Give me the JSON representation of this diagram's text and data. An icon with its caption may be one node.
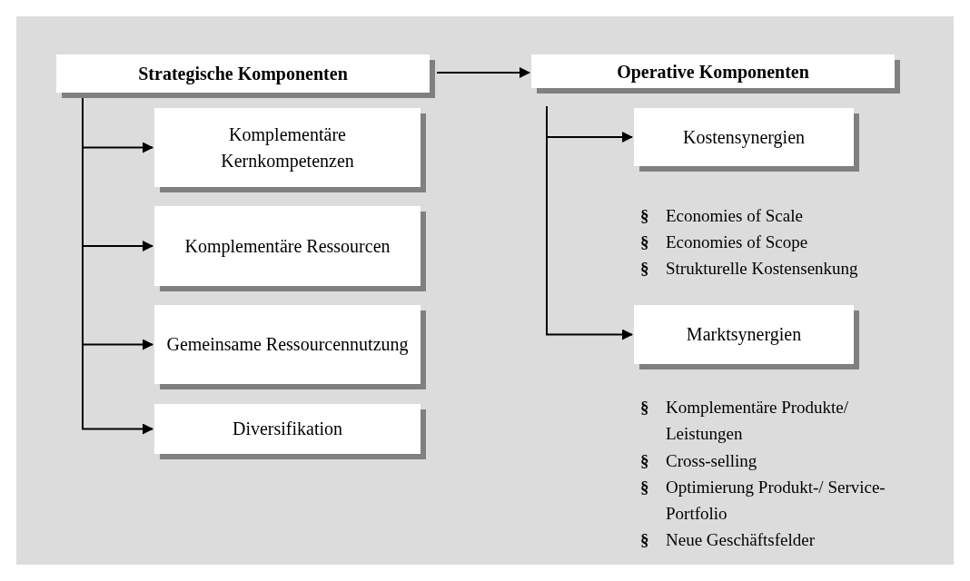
{
  "diagram": {
    "nodes": [
      {
        "text": [
          "Strategische Komponenten"
        ]
      },
      {
        "text": [
          "Komplementäre Kernkompetenzen"
        ]
      },
      {
        "text": [
          "Komplementäre Ressourcen"
        ]
      },
      {
        "text": [
          "Gemeinsame Ressourcennutzung"
        ]
      },
      {
        "text": [
          "Diversifikation"
        ]
      },
      {
        "text": [
          "Operative Komponenten"
        ]
      },
      {
        "text": [
          "Kostensynergien"
        ]
      },
      {
        "text": [
          "Marktsynergien"
        ]
      }
    ],
    "edges": [
      {
        "from": 0,
        "to": 1,
        "arrow": "to"
      },
      {
        "from": 0,
        "to": 2,
        "arrow": "to"
      },
      {
        "from": 0,
        "to": 3,
        "arrow": "to"
      },
      {
        "from": 0,
        "to": 4,
        "arrow": "to"
      },
      {
        "from": 0,
        "to": 5,
        "arrow": "to"
      },
      {
        "from": 5,
        "to": 6,
        "arrow": "to"
      },
      {
        "from": 5,
        "to": 7,
        "arrow": "to"
      }
    ],
    "labels": [
      "§",
      "Economies of Scale",
      "§",
      "Economies of Scope",
      "§",
      "Strukturelle Kostensenkung",
      "§",
      "Komplementäre Produkte/ Leistungen",
      "§",
      "Cross-selling",
      "§",
      "Optimierung Produkt-/ Service-Portfolio",
      "§",
      "Neue Geschäftsfelder"
    ]
  }
}
